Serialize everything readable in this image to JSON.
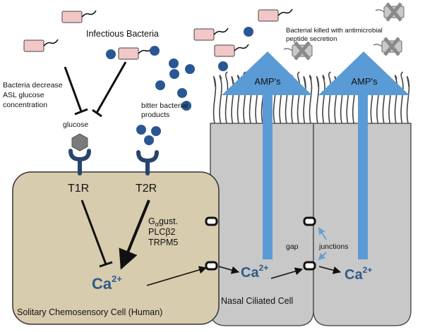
{
  "labels": {
    "infectious_bacteria": "Infectious Bacteria",
    "bacteria_decrease_line1": "Bacteria decrease",
    "bacteria_decrease_line2": "ASL glucose",
    "bacteria_decrease_line3": "concentration",
    "glucose": "glucose",
    "bitter_line1": "bitter bacterial",
    "bitter_line2": "products",
    "killed_line1": "Bacterial killed with antimicrobial",
    "killed_line2": "peptide secretion",
    "amp_left": "AMP's",
    "amp_right": "AMP's",
    "t1r": "T1R",
    "t2r": "T2R",
    "galpha_g": "G",
    "galpha_alpha": "α",
    "galpha_rest": "gust.",
    "plc": "PLCβ2",
    "trpm5": "TRPM5",
    "ca_base": "Ca",
    "ca_sup": "2+",
    "gap": "gap",
    "junctions": "junctions",
    "scc_caption": "Solitary Chemosensory Cell (Human)",
    "ciliated_caption": "Nasal Ciliated Cell"
  },
  "colors": {
    "scc_fill": "#d8ccae",
    "ciliated_fill": "#c8c8c8",
    "bacteria_fill": "#f2c7c7",
    "bitter_dot": "#2a5793",
    "receptor": "#27456b",
    "glucose_hex": "#7a7a7a",
    "amp_arrow": "#5b9bd5",
    "killed_fill": "#c9c9c9",
    "calcium_text": "#2f5a8a"
  },
  "icons": {
    "bacterium": "bacterium-icon",
    "killed_bacterium": "killed-bacterium-icon",
    "receptor": "receptor-icon",
    "glucose": "glucose-hexagon-icon",
    "gap_junction": "gap-junction-icon"
  }
}
